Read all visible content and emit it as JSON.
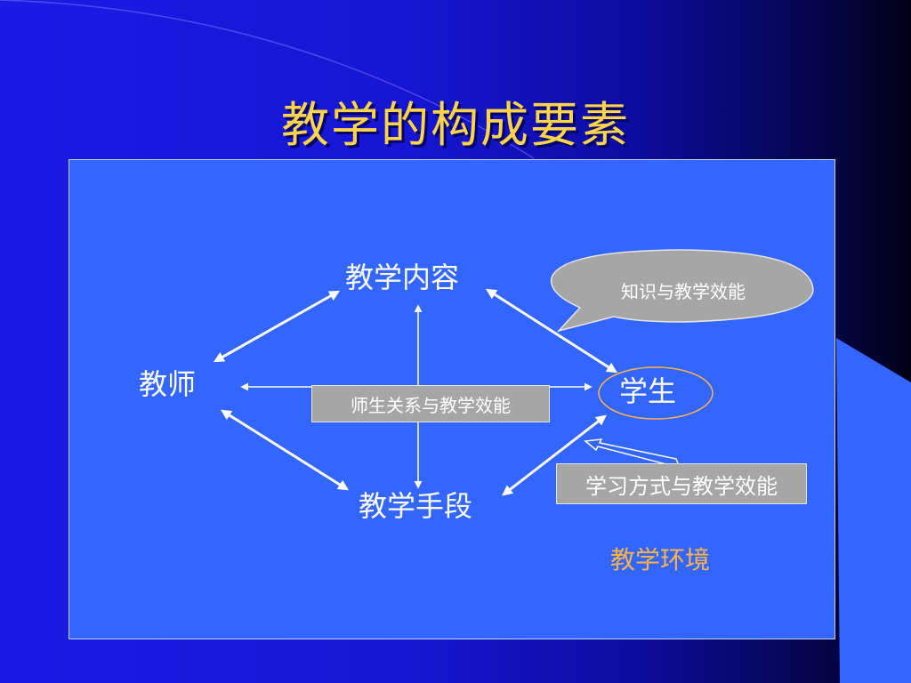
{
  "slide": {
    "title": "教学的构成要素"
  },
  "diagram": {
    "nodes": {
      "content": "教学内容",
      "teacher": "教师",
      "student": "学生",
      "means": "教学手段"
    },
    "labels": {
      "teacher_student_relation": "师生关系与教学效能",
      "knowledge_callout": "知识与教学效能",
      "learning_style": "学习方式与教学效能",
      "environment": "教学环境"
    }
  },
  "colors": {
    "background": "#1616d2",
    "panel": "#3366ff",
    "title": "#ffd34a",
    "environment_text": "#ffb347",
    "label_box": "#a6a6a6",
    "arrow": "#ffffff"
  }
}
